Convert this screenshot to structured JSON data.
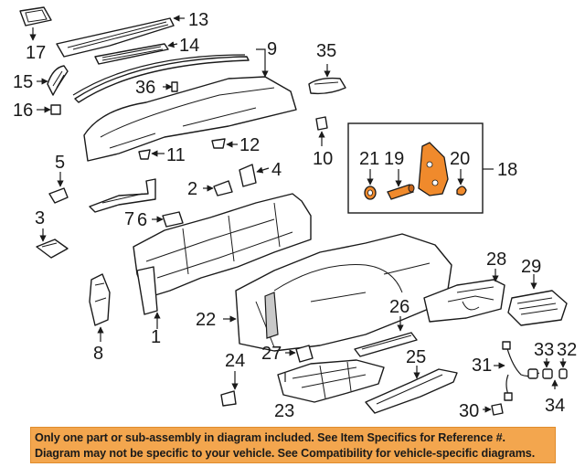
{
  "callouts": {
    "c1": "1",
    "c2": "2",
    "c3": "3",
    "c4": "4",
    "c5": "5",
    "c6": "6",
    "c7": "7",
    "c8": "8",
    "c9": "9",
    "c10": "10",
    "c11": "11",
    "c12": "12",
    "c13": "13",
    "c14": "14",
    "c15": "15",
    "c16": "16",
    "c17": "17",
    "c18": "18",
    "c19": "19",
    "c20": "20",
    "c21": "21",
    "c22": "22",
    "c23": "23",
    "c24": "24",
    "c25": "25",
    "c26": "26",
    "c27": "27",
    "c28": "28",
    "c29": "29",
    "c30": "30",
    "c31": "31",
    "c32": "32",
    "c33": "33",
    "c34": "34",
    "c35": "35",
    "c36": "36"
  },
  "highlight_color": "#f08a2c",
  "banner": {
    "line1": "Only one part or sub-assembly in diagram included. See Item Specifics for Reference #.",
    "line2": "Diagram may not be specific to your vehicle. See Compatibility for vehicle-specific diagrams.",
    "background": "#f3a64e"
  }
}
